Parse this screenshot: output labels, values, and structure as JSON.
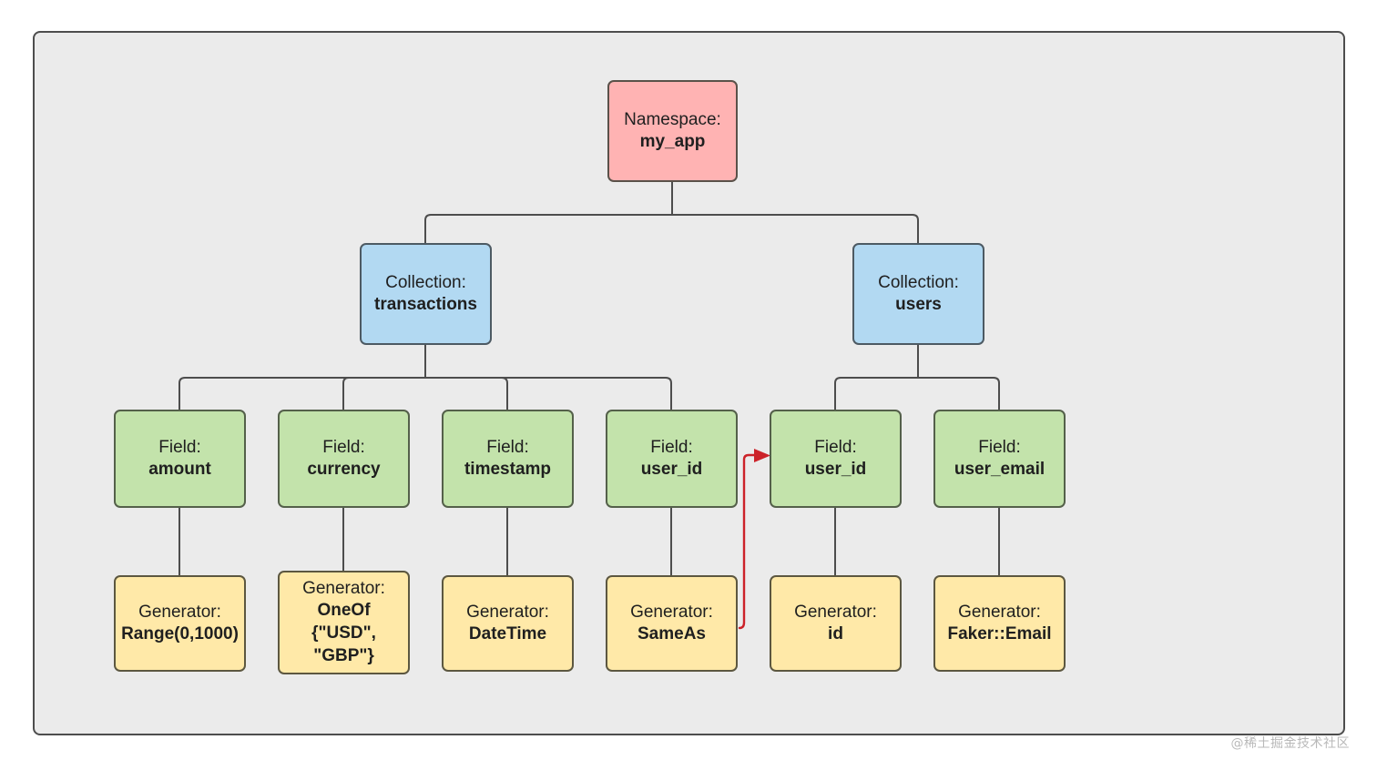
{
  "diagram": {
    "title_node": {
      "kind": "Namespace:",
      "value": "my_app",
      "color": "#ffb3b3"
    },
    "collections": [
      {
        "kind": "Collection:",
        "value": "transactions",
        "color": "#b2d9f2"
      },
      {
        "kind": "Collection:",
        "value": "users",
        "color": "#b2d9f2"
      }
    ],
    "fields": [
      {
        "kind": "Field:",
        "value": "amount",
        "color": "#c3e3ab"
      },
      {
        "kind": "Field:",
        "value": "currency",
        "color": "#c3e3ab"
      },
      {
        "kind": "Field:",
        "value": "timestamp",
        "color": "#c3e3ab"
      },
      {
        "kind": "Field:",
        "value": "user_id",
        "color": "#c3e3ab"
      },
      {
        "kind": "Field:",
        "value": "user_id",
        "color": "#c3e3ab"
      },
      {
        "kind": "Field:",
        "value": "user_email",
        "color": "#c3e3ab"
      }
    ],
    "generators": [
      {
        "kind": "Generator:",
        "value": "Range(0,1000)",
        "color": "#ffe9a8"
      },
      {
        "kind": "Generator:",
        "value": "OneOf\n{\"USD\",\n\"GBP\"}",
        "color": "#ffe9a8"
      },
      {
        "kind": "Generator:",
        "value": "DateTime",
        "color": "#ffe9a8"
      },
      {
        "kind": "Generator:",
        "value": "SameAs",
        "color": "#ffe9a8"
      },
      {
        "kind": "Generator:",
        "value": "id",
        "color": "#ffe9a8"
      },
      {
        "kind": "Generator:",
        "value": "Faker::Email",
        "color": "#ffe9a8"
      }
    ],
    "reference_edge": {
      "color": "#cc2229",
      "from": "SameAs",
      "to": "users.user_id"
    },
    "edge_color": "#4d4d4d",
    "background": "#ebebeb"
  },
  "watermark": {
    "text": "@稀土掘金技术社区"
  }
}
